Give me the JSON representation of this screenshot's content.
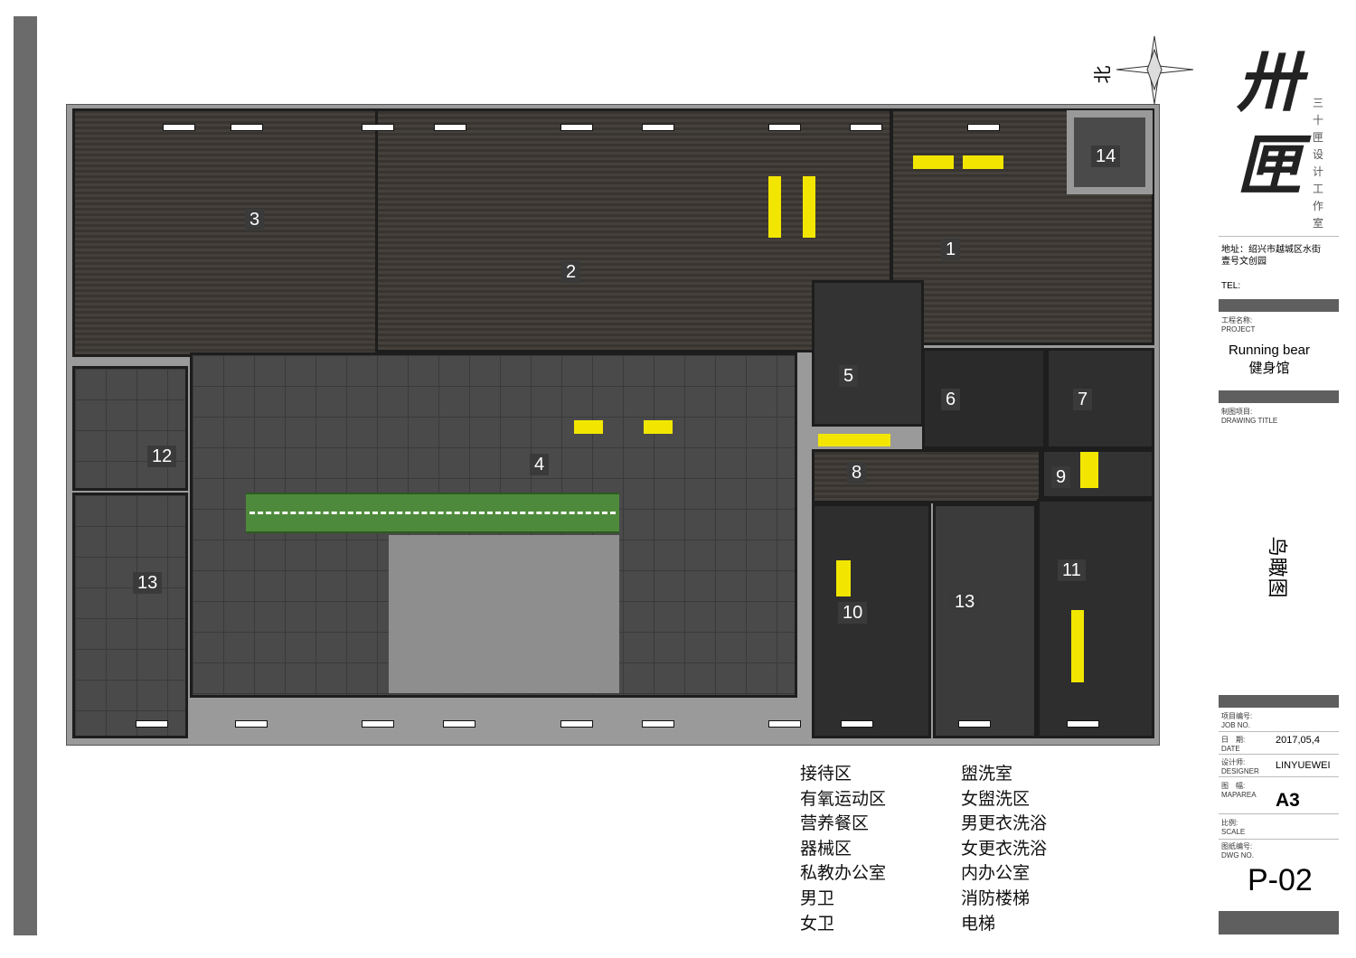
{
  "rooms": {
    "r1": "1",
    "r2": "2",
    "r3": "3",
    "r4": "4",
    "r5": "5",
    "r6": "6",
    "r7": "7",
    "r8": "8",
    "r9": "9",
    "r10": "10",
    "r11": "11",
    "r12": "12",
    "r13a": "13",
    "r13b": "13",
    "r14": "14"
  },
  "compass": {
    "north_label": "北"
  },
  "legend": {
    "col1": [
      "接待区",
      "有氧运动区",
      "营养餐区",
      "器械区",
      "私教办公室",
      "男卫",
      "女卫"
    ],
    "col2": [
      "盥洗室",
      "女盥洗区",
      "男更衣洗浴",
      "女更衣洗浴",
      "内办公室",
      "消防楼梯",
      "电梯"
    ]
  },
  "title_block": {
    "logo_text": "卅匣",
    "logo_sub": "三十匣设计工作室",
    "address": "地址：绍兴市越城区水街壹号文创园",
    "tel_label": "TEL:",
    "project_label_cn": "工程名称:",
    "project_label_en": "PROJECT",
    "project_name_en": "Running bear",
    "project_name_cn": "健身馆",
    "drawing_title_label_cn": "制图项目:",
    "drawing_title_label_en": "DRAWING TITLE",
    "drawing_title": "鸟瞰图",
    "job_no_cn": "项目编号:",
    "job_no_en": "JOB NO.",
    "date_cn": "日　期:",
    "date_en": "DATE",
    "date": "2017,05,4",
    "designer_cn": "设计师:",
    "designer_en": "DESIGNER",
    "designer": "LINYUEWEI",
    "maparea_cn": "图　幅:",
    "maparea_en": "MAPAREA",
    "maparea": "A3",
    "scale_cn": "比例:",
    "scale_en": "SCALE",
    "dwg_cn": "图纸编号:",
    "dwg_en": "DWG NO.",
    "dwg_no": "P-02"
  }
}
